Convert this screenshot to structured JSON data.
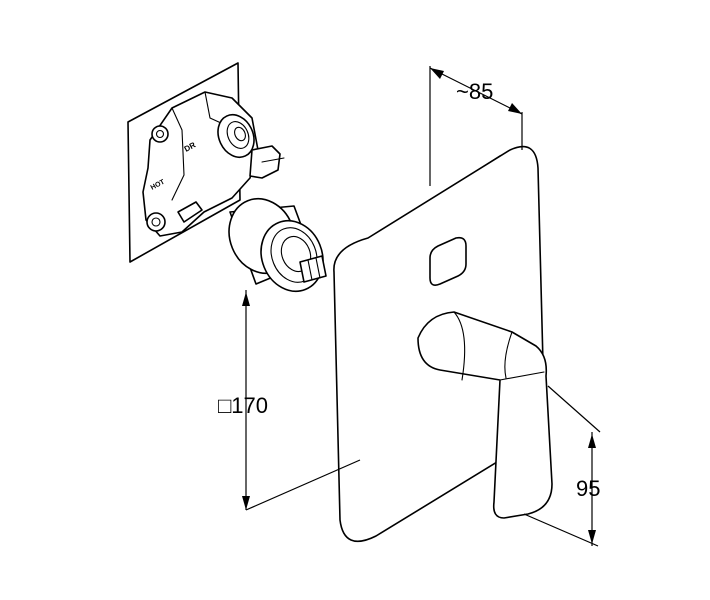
{
  "dimensions": {
    "depth_label": "~85",
    "size_label": "□170",
    "height_label": "95"
  },
  "parts": {
    "body_markings": [
      "DR",
      "HOT"
    ]
  }
}
